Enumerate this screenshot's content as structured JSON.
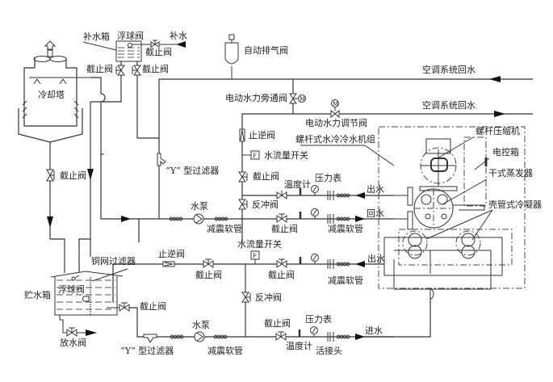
{
  "diagram": {
    "title": "螺杆式水冷冷水机组系统图",
    "labels": {
      "makeup_tank": "补水箱",
      "float_valve_top": "浮球阀",
      "makeup_water": "补水",
      "stop_valve_makeup": "截止阀",
      "stop_valve_tl1": "截止阀",
      "stop_valve_tl2": "截止阀",
      "cooling_tower": "冷却塔",
      "auto_vent": "自动排气阀",
      "ac_return_1": "空调系统回水",
      "ac_return_2": "空调系统回水",
      "bypass_valve": "电动水力旁通阀",
      "regulating_valve": "电动水力调节阀",
      "chiller_unit": "螺杆式水冷冷水机组",
      "check_valve_upper": "止逆阀",
      "flow_switch_upper": "水流量开关",
      "y_filter_upper": "“Y” 型过滤器",
      "stop_valve_upper_v": "截止阀",
      "thermometer_upper": "温度计",
      "pressure_gauge_upper": "压力表",
      "outlet_upper": "出水",
      "backflush_upper": "反冲阀",
      "return_upper": "回水",
      "pump_upper": "水泵",
      "flex_upper_left": "减震软管",
      "stop_valve_upper_h": "截止阀",
      "flex_upper_right": "减震软管",
      "screw_compressor": "螺杆压缩机",
      "control_box": "电控箱",
      "dry_evaporator": "干式蒸发器",
      "shell_tube_condenser": "壳管式冷凝器",
      "storage_tank": "贮水箱",
      "copper_filter": "铜网过滤器",
      "float_valve_tank": "浮球阀",
      "check_valve_lower": "止逆阀",
      "flow_switch_lower": "水流量开关",
      "stop_valve_lower_1": "截止阀",
      "stop_valve_lower_2": "截止阀",
      "flex_lower_right": "减震软管",
      "outlet_lower": "出水",
      "stop_valve_tank": "截止阀",
      "backflush_lower": "反冲阀",
      "drain_valve": "放水阀",
      "y_filter_lower": "“Y” 型过滤器",
      "pump_lower": "水泵",
      "flex_lower_left": "减震软管",
      "stop_valve_lower_3": "截止阀",
      "pressure_gauge_lower": "压力表",
      "thermometer_lower": "温度计",
      "union": "活接头",
      "inlet_lower": "进水",
      "stop_valve_tower_out": "截止阀",
      "motor_symbol": "M",
      "flow_symbol": "F"
    }
  }
}
